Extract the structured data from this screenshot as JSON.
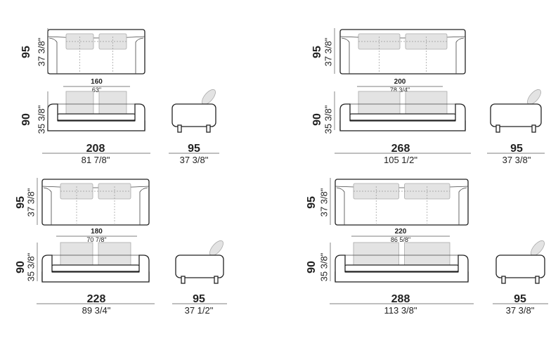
{
  "models": [
    {
      "id": "sofa-208",
      "depth_cm": "95",
      "depth_in": "37 3/8\"",
      "seat_cm": "160",
      "seat_in": "63\"",
      "height_cm": "90",
      "height_in": "35 3/8\"",
      "width_cm": "208",
      "width_in": "81 7/8\"",
      "side_cm": "95",
      "side_in": "37 3/8\""
    },
    {
      "id": "sofa-268",
      "depth_cm": "95",
      "depth_in": "37 3/8\"",
      "seat_cm": "200",
      "seat_in": "78 3/4\"",
      "height_cm": "90",
      "height_in": "35 3/8\"",
      "width_cm": "268",
      "width_in": "105 1/2\"",
      "side_cm": "95",
      "side_in": "37 3/8\""
    },
    {
      "id": "sofa-228",
      "depth_cm": "95",
      "depth_in": "37 3/8\"",
      "seat_cm": "180",
      "seat_in": "70 7/8\"",
      "height_cm": "90",
      "height_in": "35 3/8\"",
      "width_cm": "228",
      "width_in": "89 3/4\"",
      "side_cm": "95",
      "side_in": "37 1/2\""
    },
    {
      "id": "sofa-288",
      "depth_cm": "95",
      "depth_in": "37 3/8\"",
      "seat_cm": "220",
      "seat_in": "86 5/8\"",
      "height_cm": "90",
      "height_in": "35 3/8\"",
      "width_cm": "288",
      "width_in": "113 3/8\"",
      "side_cm": "95",
      "side_in": "37 3/8\""
    }
  ]
}
